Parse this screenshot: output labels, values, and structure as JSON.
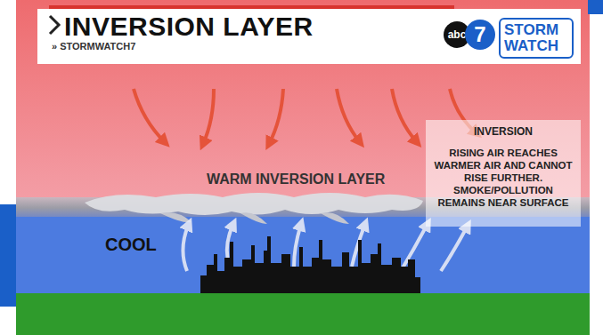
{
  "diagram": {
    "title": "INVERSION LAYER",
    "nodes": [
      {
        "text": [
          "STORM WATCH"
        ]
      },
      {
        "text": [
          "INVERSION",
          "RISING AIR REACHES WARMER AIR AND CANNOT RISE FURTHER. SMOKE/POLLUTION REMAINS NEAR SURFACE"
        ]
      }
    ],
    "labels": [
      "» STORMWATCH7",
      "abc",
      "7",
      "WARM INVERSION LAYER",
      "COOL"
    ]
  }
}
